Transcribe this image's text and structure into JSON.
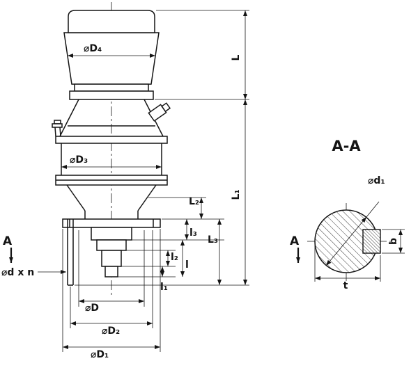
{
  "drawing": {
    "section_title": "A-A",
    "section_marker": "A",
    "labels": {
      "D4": "⌀D₄",
      "D3": "⌀D₃",
      "D": "⌀D",
      "D2": "⌀D₂",
      "D1": "⌀D₁",
      "L": "L",
      "L1": "L₁",
      "L2": "L₂",
      "L3": "L₃",
      "l": "l",
      "l1": "l₁",
      "l2": "l₂",
      "l3": "l₃",
      "dxn": "⌀d x n",
      "d1": "⌀d₁",
      "b": "b",
      "t": "t"
    },
    "colors": {
      "line": "#141414",
      "background": "#ffffff"
    }
  }
}
